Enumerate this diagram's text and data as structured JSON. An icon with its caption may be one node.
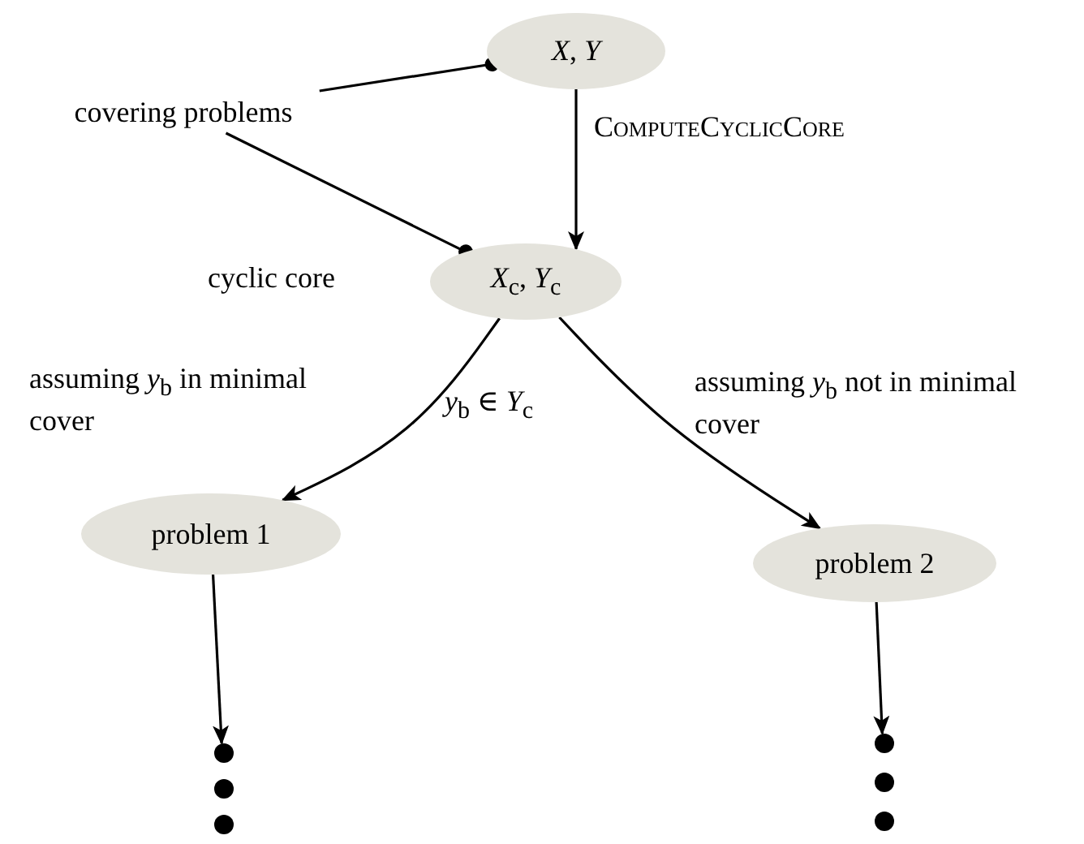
{
  "diagram": {
    "nodes": [
      {
        "text": [
          "*X*, *Y*"
        ]
      },
      {
        "text": [
          "*X*$_{c}$, *Y*$_{c}$"
        ],
        "beside": [
          "cyclic core"
        ]
      },
      {
        "text": [
          "problem 1"
        ]
      },
      {
        "text": [
          "problem 2"
        ]
      },
      {
        "text": [
          "covering problems"
        ]
      },
      {
        "text": [],
        "shape": "dots"
      },
      {
        "text": [],
        "shape": "dots"
      }
    ],
    "edges": [
      {
        "from": 0,
        "to": 1,
        "arrow": "to",
        "label": "ComputeCyclicCore"
      },
      {
        "from": 1,
        "to": 2,
        "arrow": "to",
        "label": "assuming *y*$_{b}$ in minimal cover"
      },
      {
        "from": 1,
        "to": 3,
        "arrow": "to",
        "label": "assuming *y*$_{b}$ not in minimal cover"
      },
      {
        "from": 4,
        "to": 0,
        "arrow": "other"
      },
      {
        "from": 4,
        "to": 1,
        "arrow": "other"
      },
      {
        "from": 2,
        "to": 5,
        "arrow": "to"
      },
      {
        "from": 3,
        "to": 6,
        "arrow": "to"
      }
    ],
    "labels": [
      "*y*$_{b}$ ∈ *Y*$_{c}$"
    ]
  }
}
